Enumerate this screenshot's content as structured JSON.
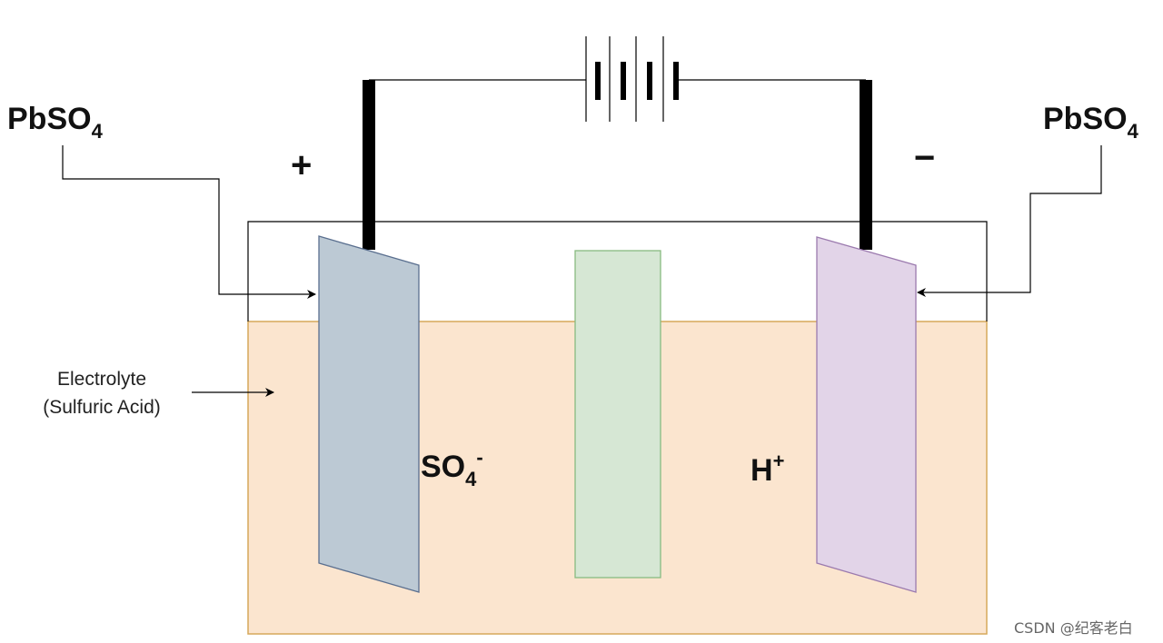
{
  "labels": {
    "left_salt": {
      "base": "PbSO",
      "sub": "4"
    },
    "right_salt": {
      "base": "PbSO",
      "sub": "4"
    },
    "positive": "+",
    "negative": "−",
    "electrolyte_line1": "Electrolyte",
    "electrolyte_line2": "(Sulfuric Acid)",
    "sulfate": {
      "base": "SO",
      "sub": "4",
      "sup": "-"
    },
    "hydrogen": {
      "base": "H",
      "sup": "+"
    }
  },
  "watermark": "CSDN @纪客老白",
  "colors": {
    "electrolyte_fill": "#fbe5cf",
    "electrolyte_border": "#d6a85a",
    "positive_plate": "#bcc9d4",
    "positive_plate_border": "#5a6f8f",
    "separator": "#d6e7d4",
    "separator_border": "#88bb80",
    "negative_plate": "#e2d4e8",
    "negative_plate_border": "#9b7aae",
    "wire": "#000000"
  }
}
